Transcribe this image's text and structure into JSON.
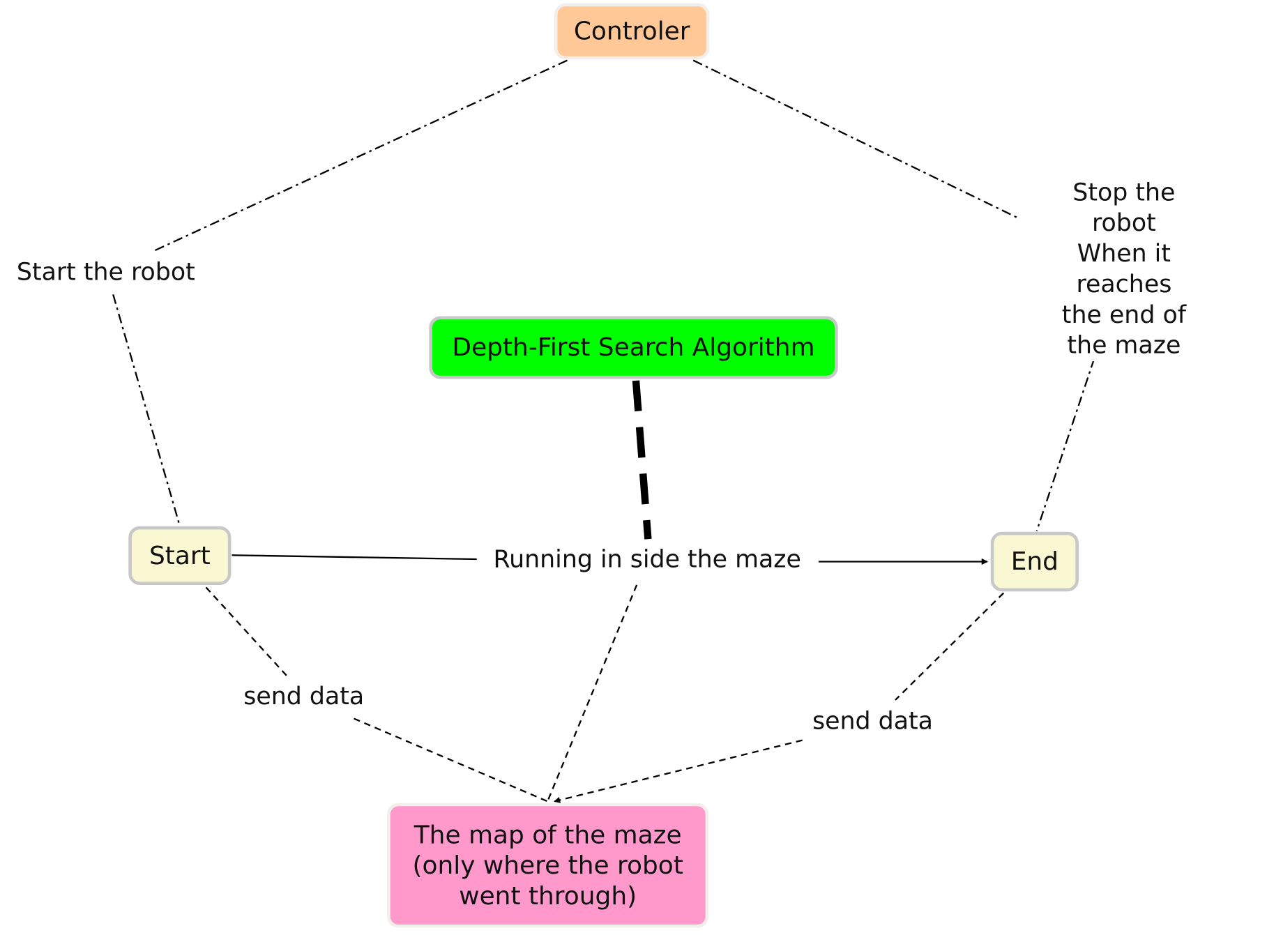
{
  "nodes": {
    "controller": {
      "label": "Controler",
      "fill": "#FFC896",
      "border": "#F2EFEA"
    },
    "dfs": {
      "label": "Depth-First Search Algorithm",
      "fill": "#00FF00",
      "border": "#C8C8C8"
    },
    "start": {
      "label": "Start",
      "fill": "#FAF8D2",
      "border": "#C8C8C8"
    },
    "end": {
      "label": "End",
      "fill": "#FAF8D2",
      "border": "#C8C8C8"
    },
    "map": {
      "label": "The map of the maze\n(only where the robot\nwent through)",
      "fill": "#FF99CC",
      "border": "#F2EFEA"
    }
  },
  "edge_labels": {
    "start_the_robot": "Start the robot",
    "stop_the_robot": "Stop the robot\nWhen it reaches\nthe end of the maze",
    "running": "Running in side the maze",
    "send_data_left": "send data",
    "send_data_right": "send data"
  }
}
